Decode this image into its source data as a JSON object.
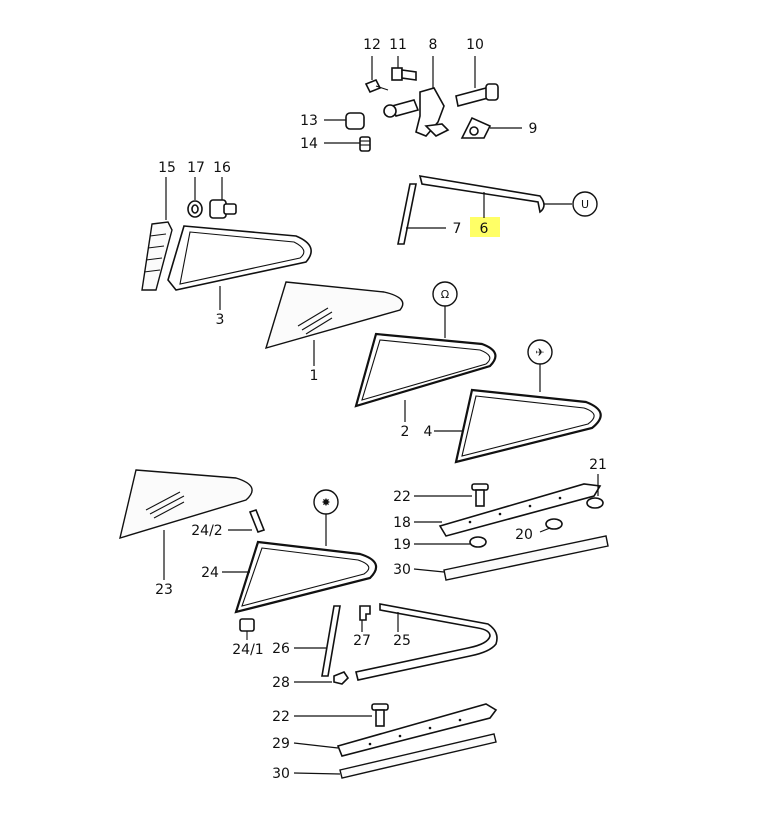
{
  "labels": {
    "l1": "1",
    "l2": "2",
    "l3": "3",
    "l4": "4",
    "l6": "6",
    "l7": "7",
    "l8": "8",
    "l9": "9",
    "l10": "10",
    "l11": "11",
    "l12": "12",
    "l13": "13",
    "l14": "14",
    "l15": "15",
    "l16": "16",
    "l17": "17",
    "l18": "18",
    "l19": "19",
    "l20": "20",
    "l21": "21",
    "l22a": "22",
    "l22b": "22",
    "l23": "23",
    "l24": "24",
    "l24_2": "24/2",
    "l24_1": "24/1",
    "l25": "25",
    "l26": "26",
    "l27": "27",
    "l28": "28",
    "l29": "29",
    "l30a": "30",
    "l30b": "30"
  },
  "badges": {
    "b_u": "U",
    "b_a": "Ω",
    "b_t": "✈",
    "b_c": "✸"
  },
  "highlight_color": "#ffff66"
}
